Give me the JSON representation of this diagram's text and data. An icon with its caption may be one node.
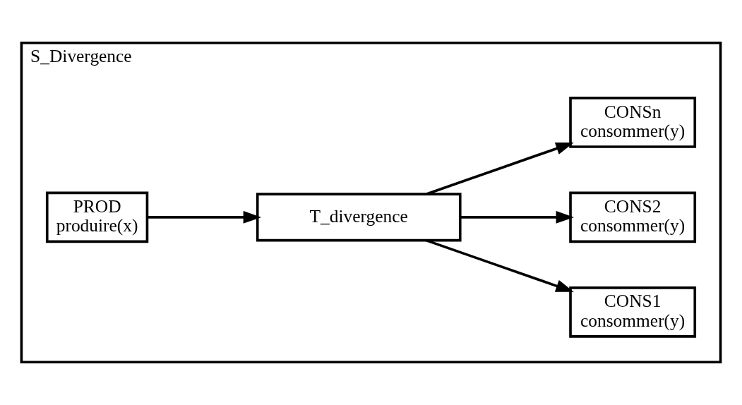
{
  "diagram": {
    "nodes": [
      {
        "text": [
          "S_Divergence"
        ]
      },
      {
        "text": [
          "PROD",
          "produire(x)"
        ],
        "in": 0
      },
      {
        "text": [
          "T_divergence"
        ],
        "in": 0
      },
      {
        "text": [
          "CONS1",
          "consommer(y)"
        ],
        "in": 0
      },
      {
        "text": [
          "CONS2",
          "consommer(y)"
        ],
        "in": 0
      },
      {
        "text": [
          "CONSn",
          "consommer(y)"
        ],
        "in": 0
      }
    ],
    "edges": [
      {
        "from": 1,
        "to": 2,
        "arrow": "to"
      },
      {
        "from": 2,
        "to": 3,
        "arrow": "to"
      },
      {
        "from": 2,
        "to": 4,
        "arrow": "to"
      },
      {
        "from": 2,
        "to": 5,
        "arrow": "to"
      }
    ]
  }
}
